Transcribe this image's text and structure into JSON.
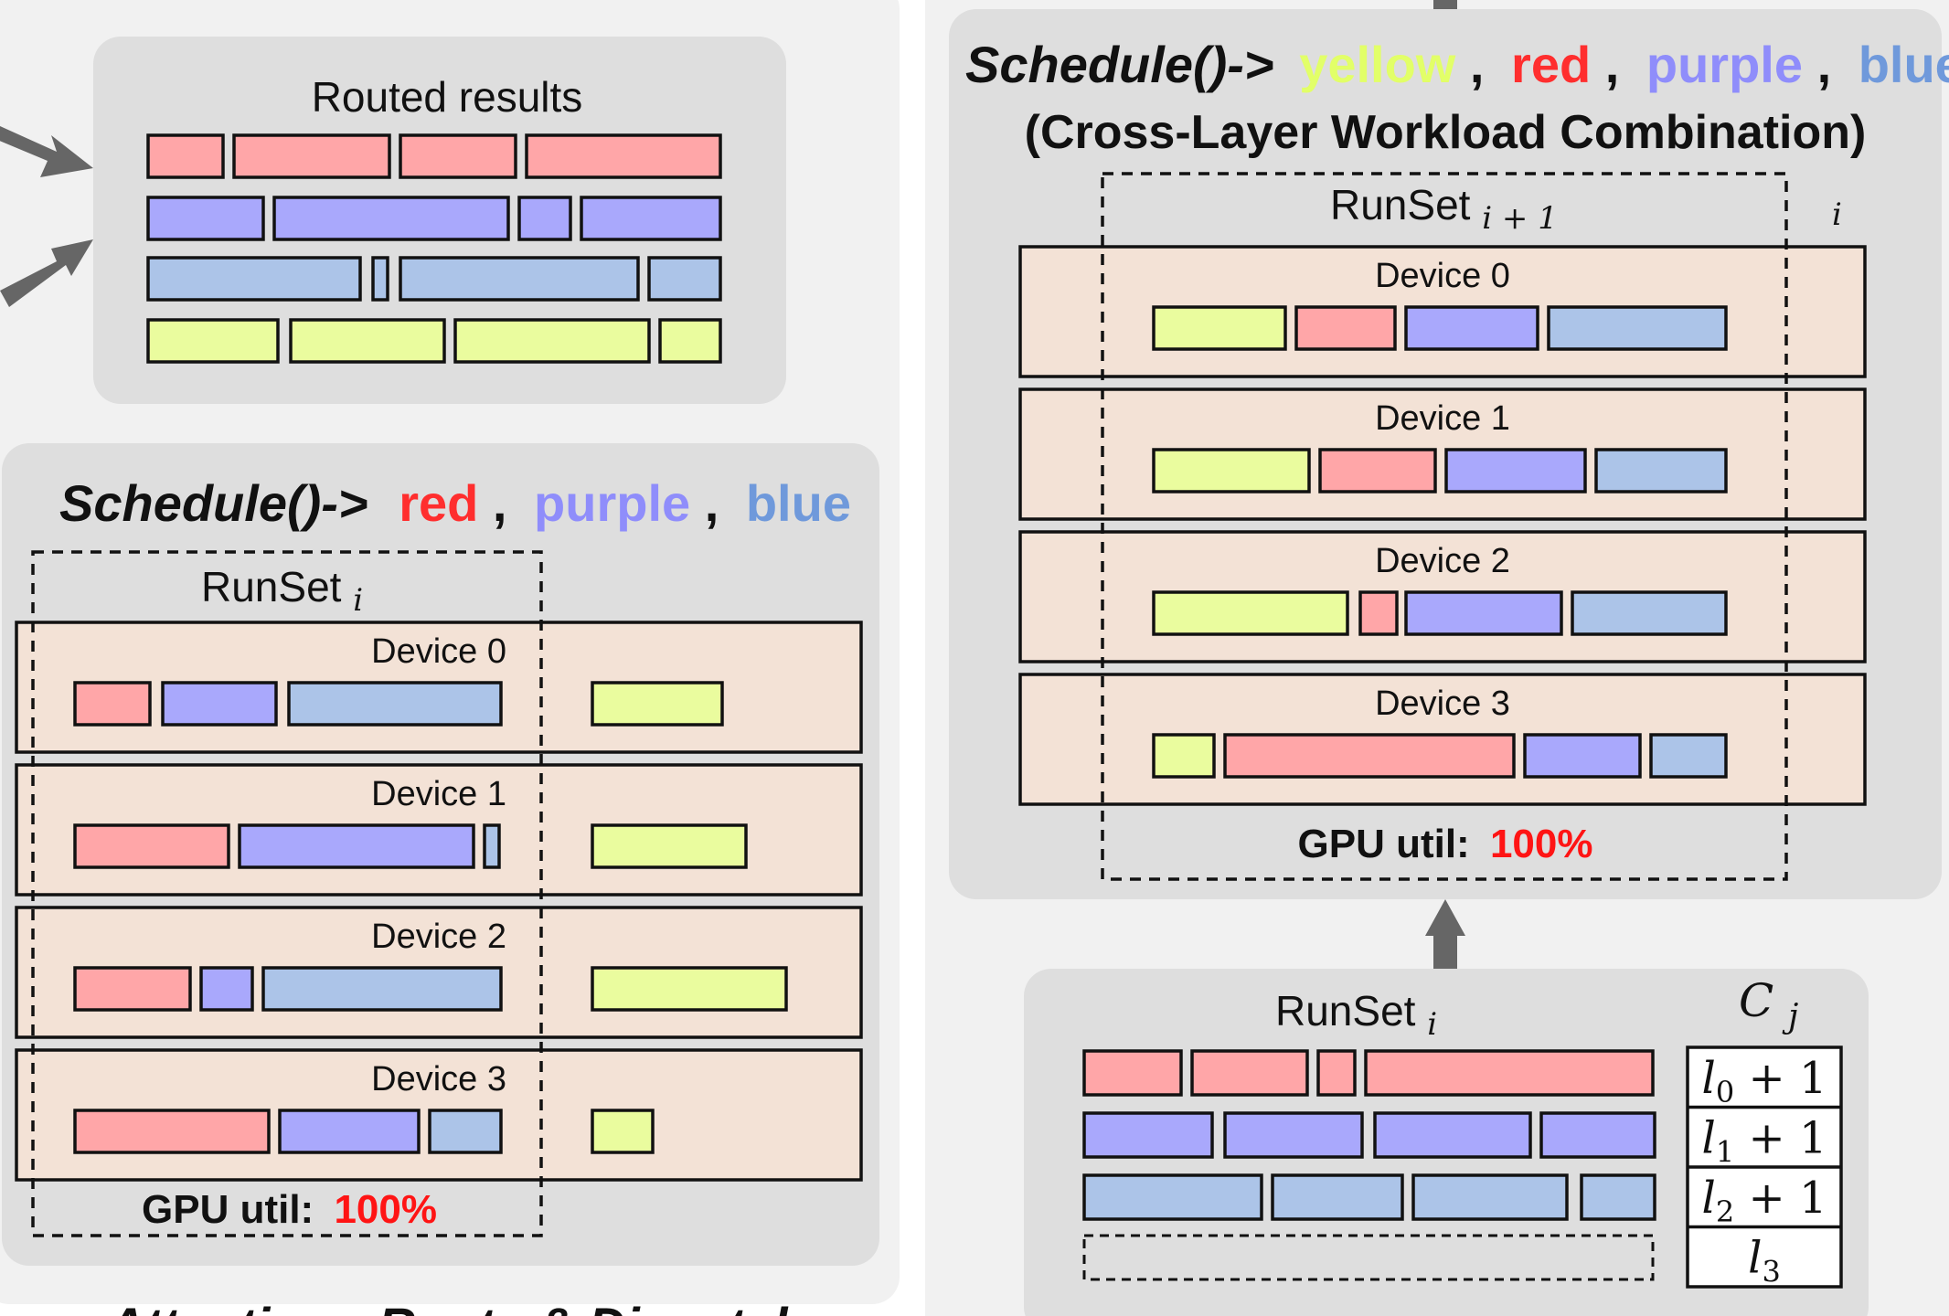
{
  "colors": {
    "red": "#ffa6a8",
    "purple": "#a9a8fc",
    "blue": "#acc4e8",
    "yellow": "#eafc9e",
    "device_bg": "#f3e2d6",
    "panel_bg": "#dedede",
    "outer_bg": "#f1f1f1",
    "title_red": "#ff2e2e",
    "title_purple": "#8f8dfb",
    "title_blue": "#6f99db",
    "title_yellow": "#e2ff68",
    "util_red": "#ff1414"
  },
  "routed": {
    "title": "Routed results"
  },
  "left_schedule": {
    "title_prefix": "Schedule()->",
    "w1": "red",
    "sep1": ",",
    "w2": "purple",
    "sep2": ",",
    "w3": "blue",
    "runset_label": "RunSet",
    "runset_sub": "i",
    "devices": [
      "Device 0",
      "Device 1",
      "Device 2",
      "Device 3"
    ],
    "util_label": "GPU util:",
    "util_value": "100%"
  },
  "right_schedule": {
    "title_prefix": "Schedule()->",
    "w1": "yellow",
    "sep1": ",",
    "w2": "red",
    "sep2": ",",
    "w3": "purple",
    "sep3": ",",
    "w4": "blue",
    "subtitle": "(Cross-Layer Workload Combination)",
    "runset_label": "RunSet",
    "runset_sub": "i + 1",
    "outer_sub": "i",
    "devices": [
      "Device 0",
      "Device 1",
      "Device 2",
      "Device 3"
    ],
    "util_label": "GPU util:",
    "util_value": "100%"
  },
  "bottom_runset": {
    "runset_label": "RunSet",
    "runset_sub": "i",
    "c_label": "C",
    "c_sub": "j",
    "layers": [
      {
        "l": "l",
        "sub": "0",
        "suffix": " + 1"
      },
      {
        "l": "l",
        "sub": "1",
        "suffix": " + 1"
      },
      {
        "l": "l",
        "sub": "2",
        "suffix": " + 1"
      },
      {
        "l": "l",
        "sub": "3",
        "suffix": ""
      }
    ]
  },
  "bottom_caption": "Attention · Route & Dispatch"
}
